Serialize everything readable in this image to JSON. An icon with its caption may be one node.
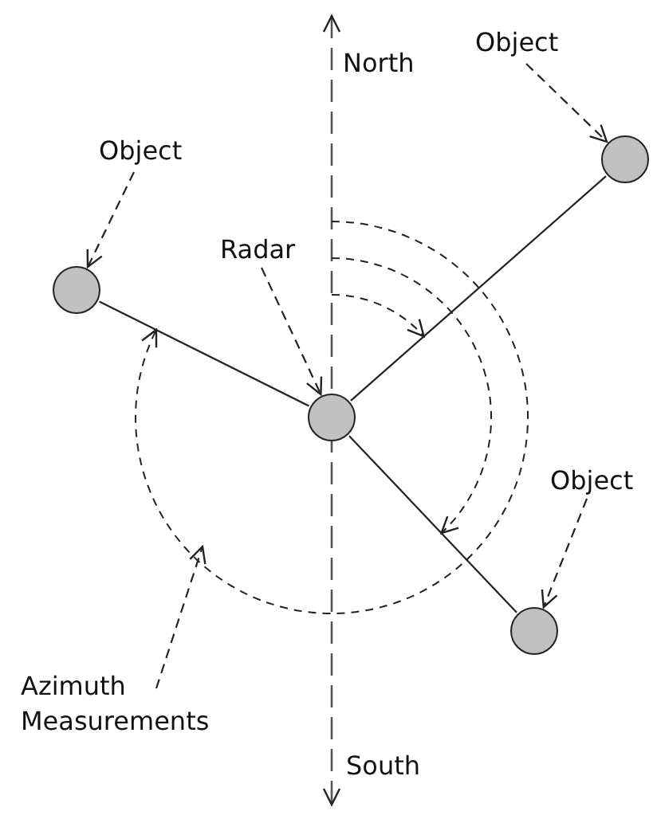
{
  "diagram": {
    "nodes": [
      {
        "text": [
          "Object"
        ]
      },
      {
        "text": [],
        "shape": "circle"
      },
      {
        "text": [
          "Object"
        ]
      },
      {
        "text": [],
        "shape": "circle"
      },
      {
        "text": [
          "Radar"
        ]
      },
      {
        "text": [],
        "shape": "circle"
      },
      {
        "text": [
          "Object"
        ]
      },
      {
        "text": [],
        "shape": "circle"
      },
      {
        "text": [
          "Azimuth Measurements"
        ]
      }
    ],
    "edges": [
      {
        "from": 0,
        "to": 1,
        "arrow": "to",
        "style": "dashed"
      },
      {
        "from": 2,
        "to": 3,
        "arrow": "to",
        "style": "dashed"
      },
      {
        "from": 4,
        "to": 5,
        "arrow": "to",
        "style": "dashed"
      },
      {
        "from": 6,
        "to": 7,
        "arrow": "to",
        "style": "dashed"
      },
      {
        "from": 8,
        "to": null,
        "arrow": "to",
        "style": "dashed"
      },
      {
        "from": 5,
        "to": 1,
        "arrow": "none"
      },
      {
        "from": 5,
        "to": 3,
        "arrow": "none"
      },
      {
        "from": 5,
        "to": 7,
        "arrow": "none"
      }
    ],
    "labels": [
      "North",
      "South"
    ]
  }
}
